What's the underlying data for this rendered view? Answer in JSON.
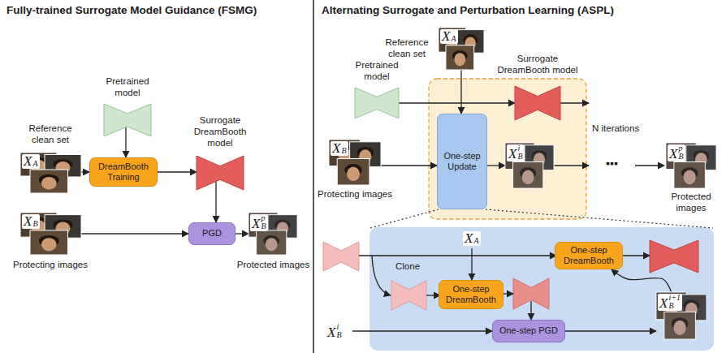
{
  "diagram": {
    "nodes": [
      {
        "text": [
          "Reference clean set",
          "XA"
        ]
      },
      {
        "text": [
          "Pretrained model"
        ]
      },
      {
        "text": [
          "DreamBooth Training"
        ]
      },
      {
        "text": [
          "Surrogate DreamBooth model"
        ]
      },
      {
        "text": [
          "XB",
          "Protecting images"
        ]
      },
      {
        "text": [
          "PGD"
        ]
      },
      {
        "text": [
          "XBp",
          "Protected images"
        ]
      },
      {
        "text": [
          "Reference clean set",
          "XA"
        ]
      },
      {
        "text": [
          "Pretrained model"
        ]
      },
      {
        "text": [
          "XB",
          "Protecting images"
        ]
      },
      {
        "text": [
          "One-step Update"
        ]
      },
      {
        "text": [
          "Surrogate DreamBooth model"
        ]
      },
      {
        "text": [
          "XBi"
        ]
      },
      {
        "text": [
          "XBp",
          "Protected images"
        ]
      },
      {
        "text": [
          "One-step DreamBooth"
        ]
      },
      {
        "text": [
          "One-step DreamBooth"
        ]
      },
      {
        "text": [
          "XBi+1"
        ]
      },
      {
        "text": [
          "One-step PGD"
        ]
      }
    ],
    "edges": [
      {
        "from": 0,
        "to": 2,
        "arrow": "to"
      },
      {
        "from": 1,
        "to": 2,
        "arrow": "to"
      },
      {
        "from": 2,
        "to": 3,
        "arrow": "to"
      },
      {
        "from": 3,
        "to": 5,
        "arrow": "to"
      },
      {
        "from": 4,
        "to": 5,
        "arrow": "to"
      },
      {
        "from": 5,
        "to": 6,
        "arrow": "to"
      },
      {
        "from": 7,
        "to": 10,
        "arrow": "to"
      },
      {
        "from": 8,
        "to": 11,
        "arrow": "to"
      },
      {
        "from": 9,
        "to": 10,
        "arrow": "to"
      },
      {
        "from": 10,
        "to": 12,
        "arrow": "to"
      },
      {
        "from": 17,
        "to": 16,
        "arrow": "to"
      },
      {
        "from": 16,
        "to": 14,
        "arrow": "to"
      }
    ],
    "labels": [
      "Fully-trained Surrogate Model Guidance (FSMG)",
      "Alternating Surrogate and Perturbation Learning (ASPL)",
      "N iterations",
      "▪▪▪",
      "Clone",
      "XA",
      "XBi"
    ]
  }
}
